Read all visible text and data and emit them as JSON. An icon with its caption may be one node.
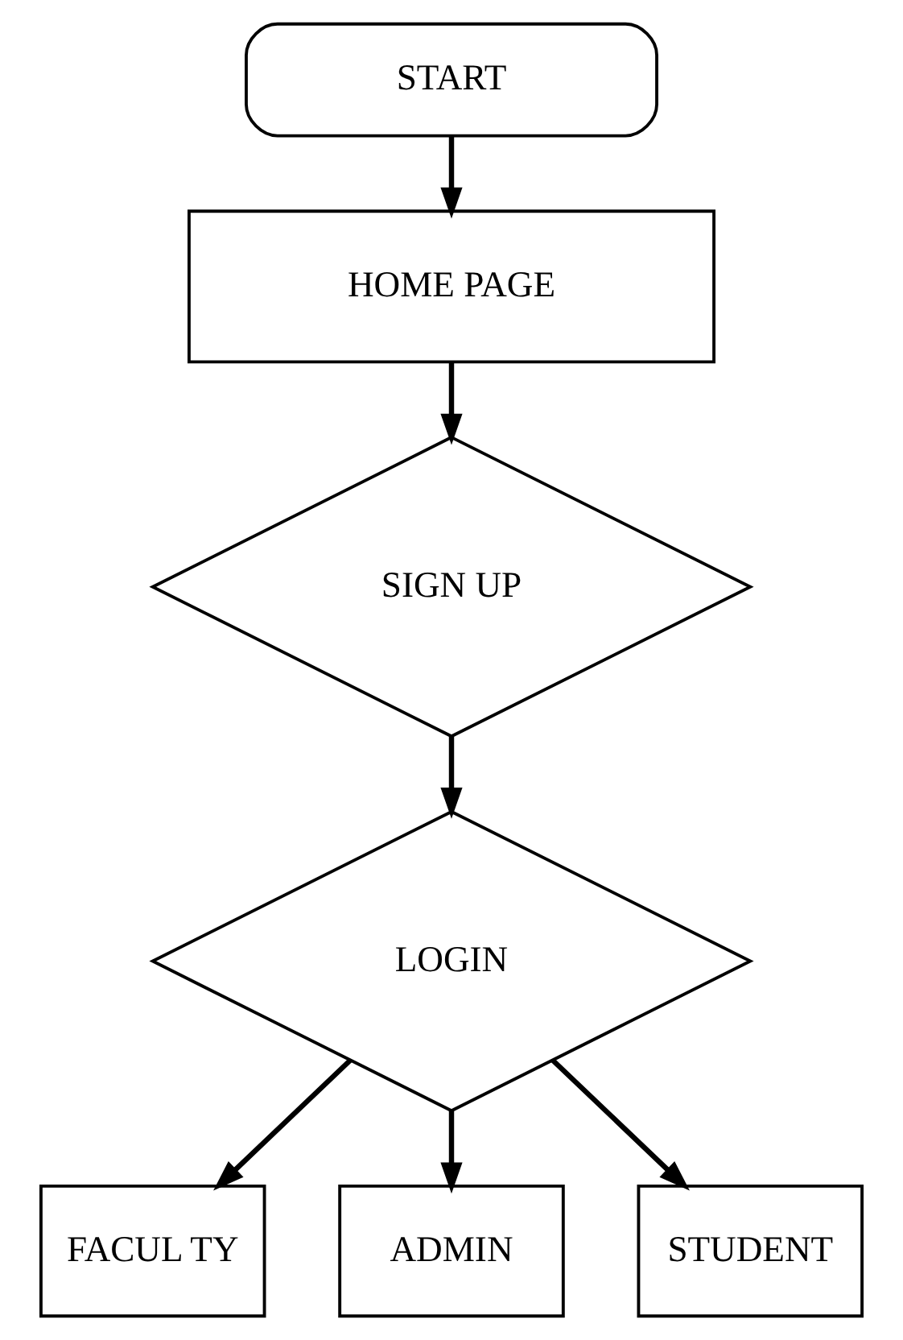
{
  "diagram": {
    "nodes": [
      {
        "text": [
          "START"
        ]
      },
      {
        "text": [
          "HOME PAGE"
        ]
      },
      {
        "text": [
          "SIGN UP"
        ]
      },
      {
        "text": [
          "LOGIN"
        ]
      },
      {
        "text": [
          "FACUL TY"
        ]
      },
      {
        "text": [
          "ADMIN"
        ]
      },
      {
        "text": [
          "STUDENT"
        ]
      }
    ],
    "edges": [
      {
        "from": 0,
        "to": 1,
        "arrow": "to"
      },
      {
        "from": 1,
        "to": 2,
        "arrow": "to"
      },
      {
        "from": 2,
        "to": 3,
        "arrow": "to"
      },
      {
        "from": 3,
        "to": 4,
        "arrow": "to"
      },
      {
        "from": 3,
        "to": 5,
        "arrow": "to"
      },
      {
        "from": 3,
        "to": 6,
        "arrow": "to"
      }
    ]
  }
}
